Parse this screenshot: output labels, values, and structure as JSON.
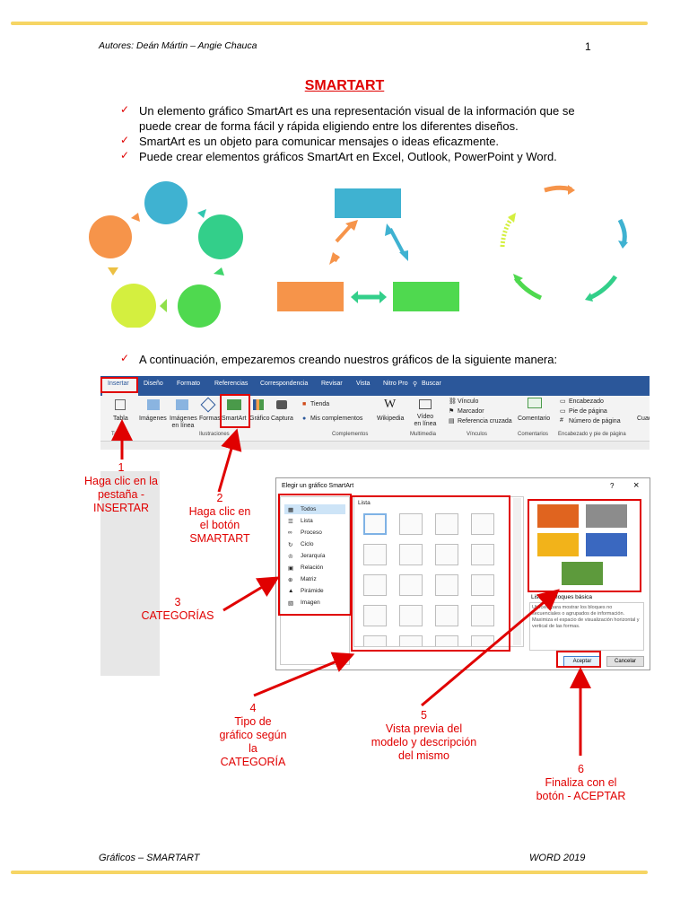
{
  "header": {
    "authors": "Autores: Deán Mártin – Angie Chauca",
    "page_number": "1"
  },
  "title": "SMARTART",
  "bullets": [
    {
      "lines": [
        "Un elemento gráfico SmartArt es una representación visual de la información que se",
        "puede crear de forma fácil y rápida eligiendo entre los diferentes diseños."
      ]
    },
    {
      "lines": [
        "SmartArt es un objeto para comunicar mensajes o ideas eficazmente."
      ]
    },
    {
      "lines": [
        "Puede crear elementos gráficos SmartArt en Excel, Outlook, PowerPoint y Word."
      ]
    }
  ],
  "intro_bullet": "A continuación, empezaremos creando nuestros gráficos de la siguiente manera:",
  "colors": {
    "red": "#e00000",
    "gold_rule": "#f6d564",
    "ribbon_blue": "#2b579a"
  },
  "ribbon": {
    "tabs": [
      "Insertar",
      "Diseño",
      "Formato",
      "Referencias",
      "Correspondencia",
      "Revisar",
      "Vista",
      "Nitro Pro"
    ],
    "search": "Buscar",
    "buttons": [
      "Tabla",
      "Imágenes",
      "Imágenes en línea",
      "Formas",
      "SmartArt",
      "Gráfico",
      "Captura",
      "Tienda",
      "Mis complementos",
      "Wikipedia",
      "Vídeo en línea",
      "Vínculo",
      "Marcador",
      "Referencia cruzada",
      "Comentario",
      "Encabezado",
      "Pie de página",
      "Número de página",
      "Cuadro de texto"
    ],
    "groups": [
      "Tablas",
      "Ilustraciones",
      "Complementos",
      "Multimedia",
      "Vínculos",
      "Comentarios",
      "Encabezado y pie de página"
    ]
  },
  "dialog": {
    "title": "Elegir un gráfico SmartArt",
    "help": "?",
    "close": "×",
    "categories": [
      "Todos",
      "Lista",
      "Proceso",
      "Ciclo",
      "Jerarquía",
      "Relación",
      "Matriz",
      "Pirámide",
      "Imagen"
    ],
    "list_header": "Lista",
    "preview_title": "Lista de bloques básica",
    "preview_desc": "Utilícelo para mostrar los bloques no secuenciales o agrupados de información. Maximiza el espacio de visualización horizontal y vertical de las formas.",
    "ok": "Aceptar",
    "cancel": "Cancelar"
  },
  "annotations": [
    {
      "num": "1",
      "lines": [
        "Haga clic en la",
        "pestaña -",
        "INSERTAR"
      ]
    },
    {
      "num": "2",
      "lines": [
        "Haga clic en",
        "el botón",
        "SMARTART"
      ]
    },
    {
      "num": "3",
      "lines": [
        "CATEGORÍAS"
      ]
    },
    {
      "num": "4",
      "lines": [
        "Tipo de",
        "gráfico según",
        "la",
        "CATEGORÍA"
      ]
    },
    {
      "num": "5",
      "lines": [
        "Vista previa del",
        "modelo y descripción",
        "del mismo"
      ]
    },
    {
      "num": "6",
      "lines": [
        "Finaliza con el",
        "botón - ACEPTAR"
      ]
    }
  ],
  "footer": {
    "left": "Gráficos – SMARTART",
    "right": "WORD 2019"
  }
}
